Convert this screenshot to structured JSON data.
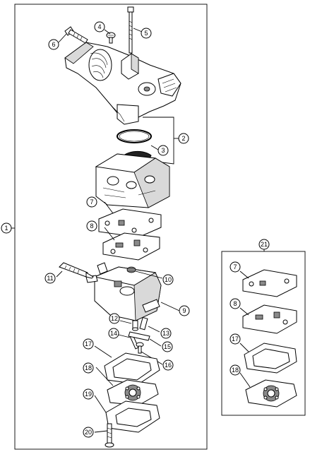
{
  "callouts": [
    {
      "id": "c1",
      "label": "1"
    },
    {
      "id": "c2",
      "label": "2"
    },
    {
      "id": "c3",
      "label": "3"
    },
    {
      "id": "c4",
      "label": "4"
    },
    {
      "id": "c5",
      "label": "5"
    },
    {
      "id": "c6",
      "label": "6"
    },
    {
      "id": "c7",
      "label": "7"
    },
    {
      "id": "c8",
      "label": "8"
    },
    {
      "id": "c9",
      "label": "9"
    },
    {
      "id": "c10",
      "label": "10"
    },
    {
      "id": "c11",
      "label": "11"
    },
    {
      "id": "c12",
      "label": "12"
    },
    {
      "id": "c13",
      "label": "13"
    },
    {
      "id": "c14",
      "label": "14"
    },
    {
      "id": "c15",
      "label": "15"
    },
    {
      "id": "c16",
      "label": "16"
    },
    {
      "id": "c17",
      "label": "17"
    },
    {
      "id": "c18",
      "label": "18"
    },
    {
      "id": "c19",
      "label": "19"
    },
    {
      "id": "c20",
      "label": "20"
    },
    {
      "id": "c21",
      "label": "21"
    },
    {
      "id": "k7",
      "label": "7"
    },
    {
      "id": "k8",
      "label": "8"
    },
    {
      "id": "k17",
      "label": "17"
    },
    {
      "id": "k18",
      "label": "18"
    }
  ]
}
